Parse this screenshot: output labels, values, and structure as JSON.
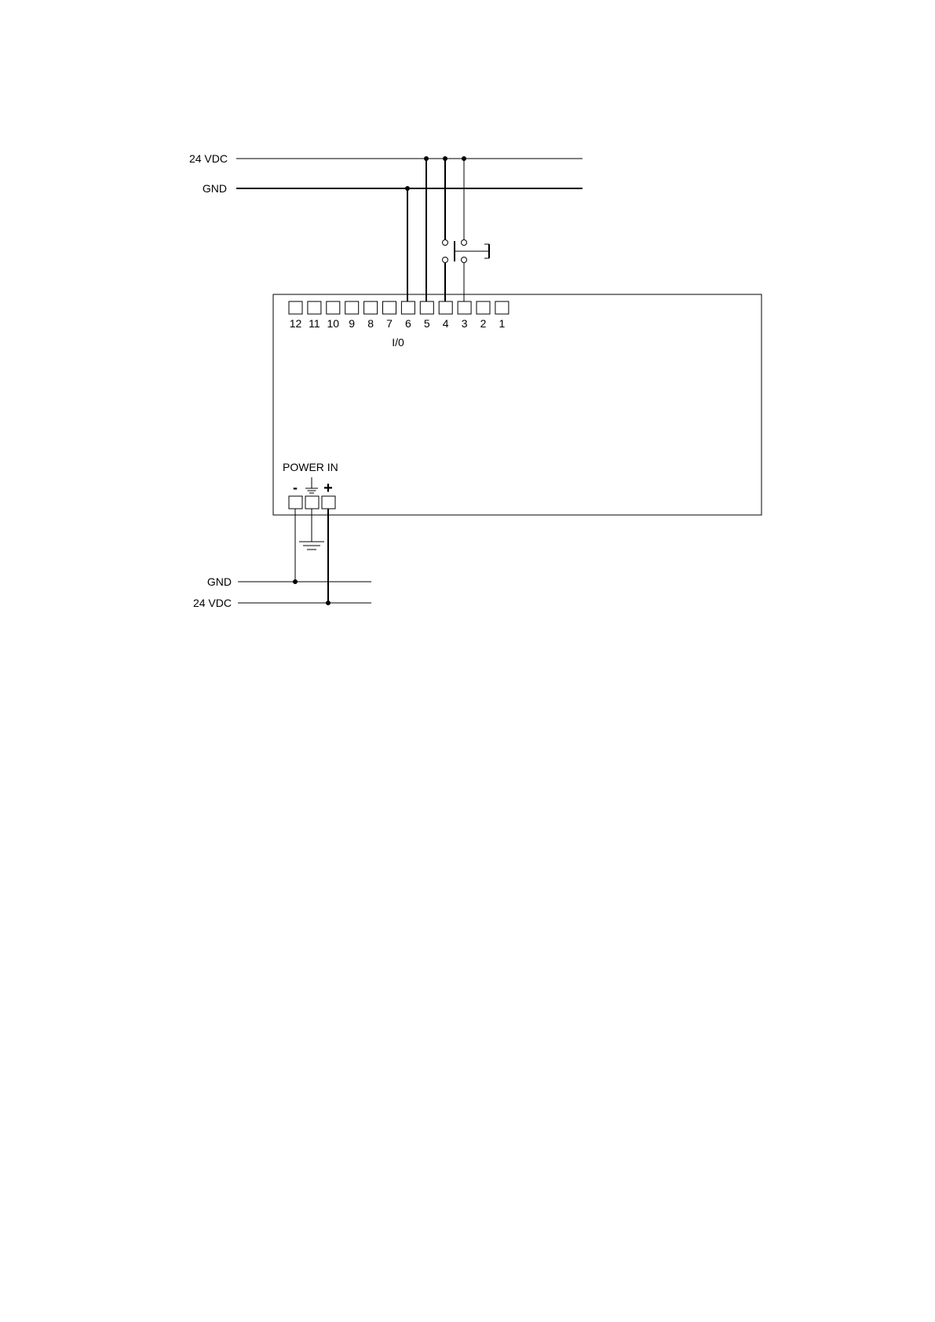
{
  "top_rails": {
    "vdc_label": "24 VDC",
    "gnd_label": "GND"
  },
  "bottom_rails": {
    "gnd_label": "GND",
    "vdc_label": "24 VDC"
  },
  "io_block": {
    "terminals": [
      "12",
      "11",
      "10",
      "9",
      "8",
      "7",
      "6",
      "5",
      "4",
      "3",
      "2",
      "1"
    ],
    "label": "I/0"
  },
  "power_in": {
    "label": "POWER IN",
    "minus_symbol": "-",
    "plus_symbol": "+"
  }
}
